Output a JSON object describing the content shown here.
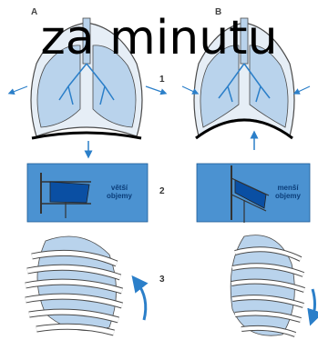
{
  "panels": {
    "left_letter": "A",
    "right_letter": "B"
  },
  "rows": {
    "row1": "1",
    "row2": "2",
    "row3": "3"
  },
  "boxes": {
    "left_line1": "větší",
    "left_line2": "objemy",
    "right_line1": "menší",
    "right_line2": "objemy"
  },
  "overlay": {
    "caption": "za minutu"
  },
  "colors": {
    "lung_fill": "#b9d3ec",
    "cavity_fill": "#e6eef6",
    "box_fill": "#1f7fcf",
    "accent_blue": "#2b7fc9",
    "outline": "#4a4a4a",
    "rib_fill": "#ffffff"
  }
}
